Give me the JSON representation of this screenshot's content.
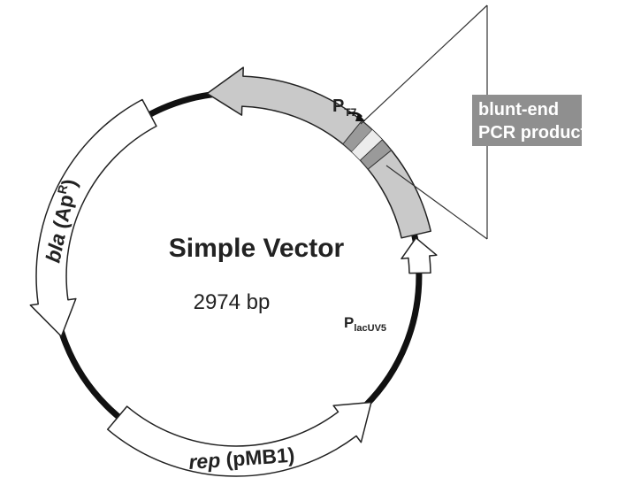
{
  "plasmid": {
    "name": "Simple Vector",
    "size": "2974 bp"
  },
  "features": {
    "bla": {
      "italic": "bla",
      "plain": " (Ap",
      "sup": "R",
      "close": ")"
    },
    "rep": {
      "italic": "rep",
      "plain": " (pMB1)"
    },
    "pt7": {
      "main": "P",
      "sub": "T7"
    },
    "placuv5": {
      "main": "P",
      "sub": "lacUV5"
    }
  },
  "insert": {
    "line1": "blunt-end",
    "line2": "PCR product"
  },
  "colors": {
    "backbone": "#111111",
    "arrow_fill_white": "#ffffff",
    "arrow_fill_gray": "#c9c9c9",
    "insert_box": "#8f8f8f",
    "insert_light": "#e8e8e8",
    "insert_dark": "#9a9a9a"
  }
}
